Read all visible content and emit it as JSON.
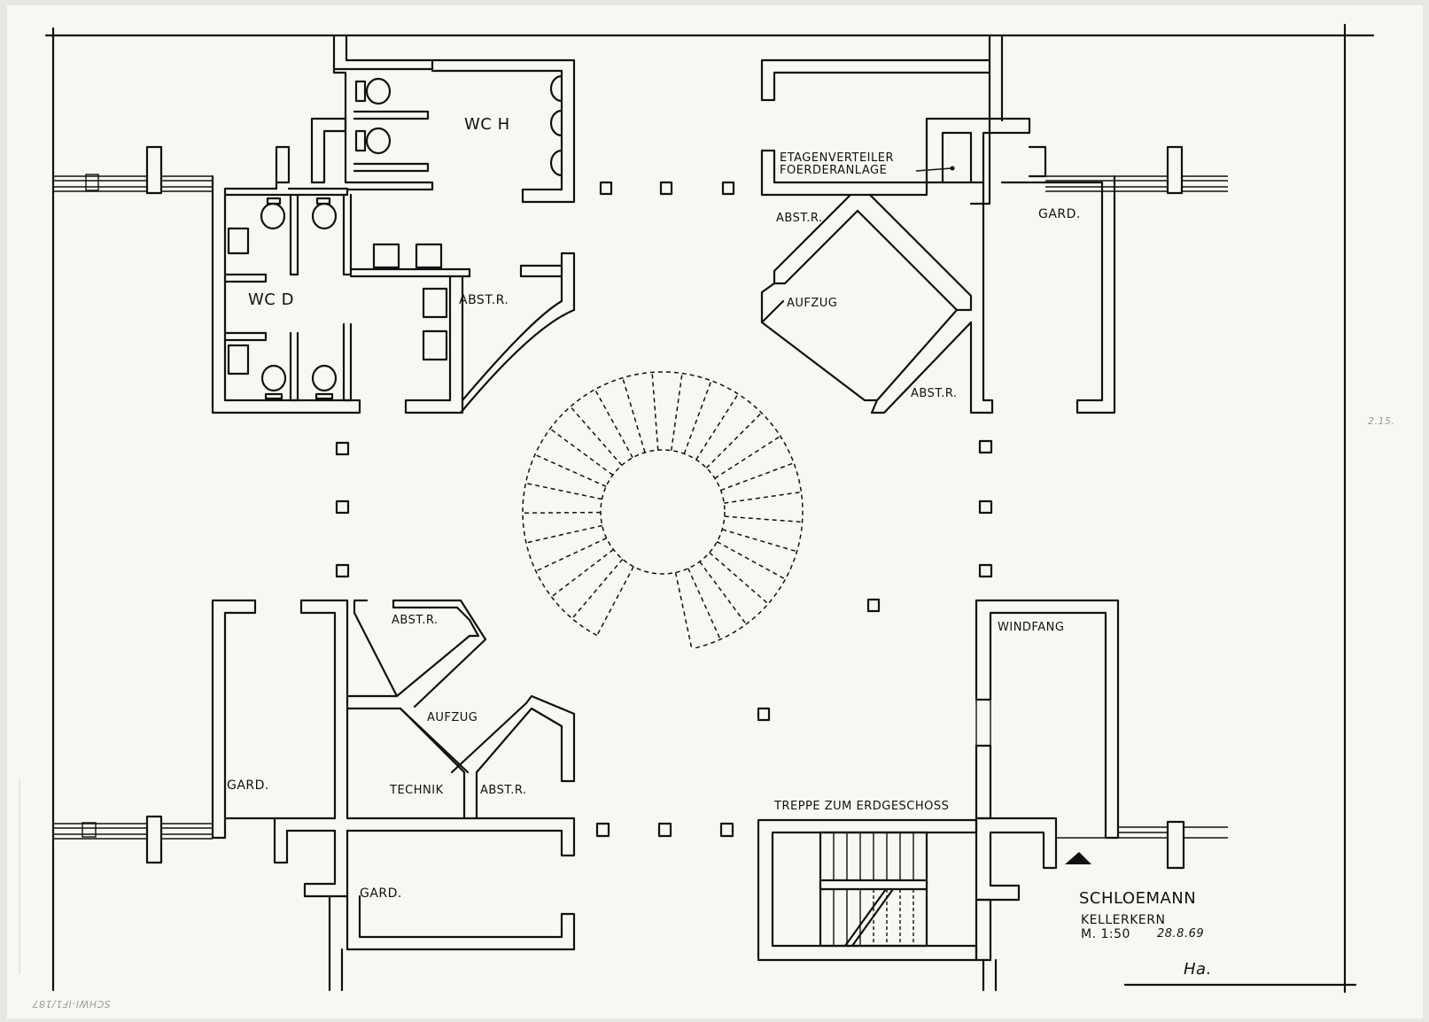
{
  "labels": {
    "wc_h": "WC H",
    "wc_d": "WC D",
    "abst_r_top_left": "ABST.R.",
    "etagenverteiler": "ETAGENVERTEILER",
    "foerderanlage": "FOERDERANLAGE",
    "abst_r_top_right_upper": "ABST.R.",
    "aufzug_top": "AUFZUG",
    "abst_r_top_right_lower": "ABST.R.",
    "gard_top_right": "GARD.",
    "abst_r_bottom_left_upper": "ABST.R.",
    "aufzug_bottom": "AUFZUG",
    "gard_bottom_left": "GARD.",
    "technik": "TECHNIK",
    "abst_r_bottom_left_lower": "ABST.R.",
    "gard_bottom": "GARD.",
    "windfang": "WINDFANG",
    "treppe": "TREPPE ZUM ERDGESCHOSS"
  },
  "title_block": {
    "project": "SCHLOEMANN",
    "subject": "KELLERKERN",
    "scale": "M. 1:50",
    "date": "28.8.69",
    "initials": "Ha."
  },
  "margin_notes": {
    "pencil_right": "2.15.",
    "archive_number": "SCHWI-IF1/187"
  },
  "colors": {
    "paper": "#f8f7f3",
    "ink": "#111111",
    "background": "#e9e7e2"
  }
}
